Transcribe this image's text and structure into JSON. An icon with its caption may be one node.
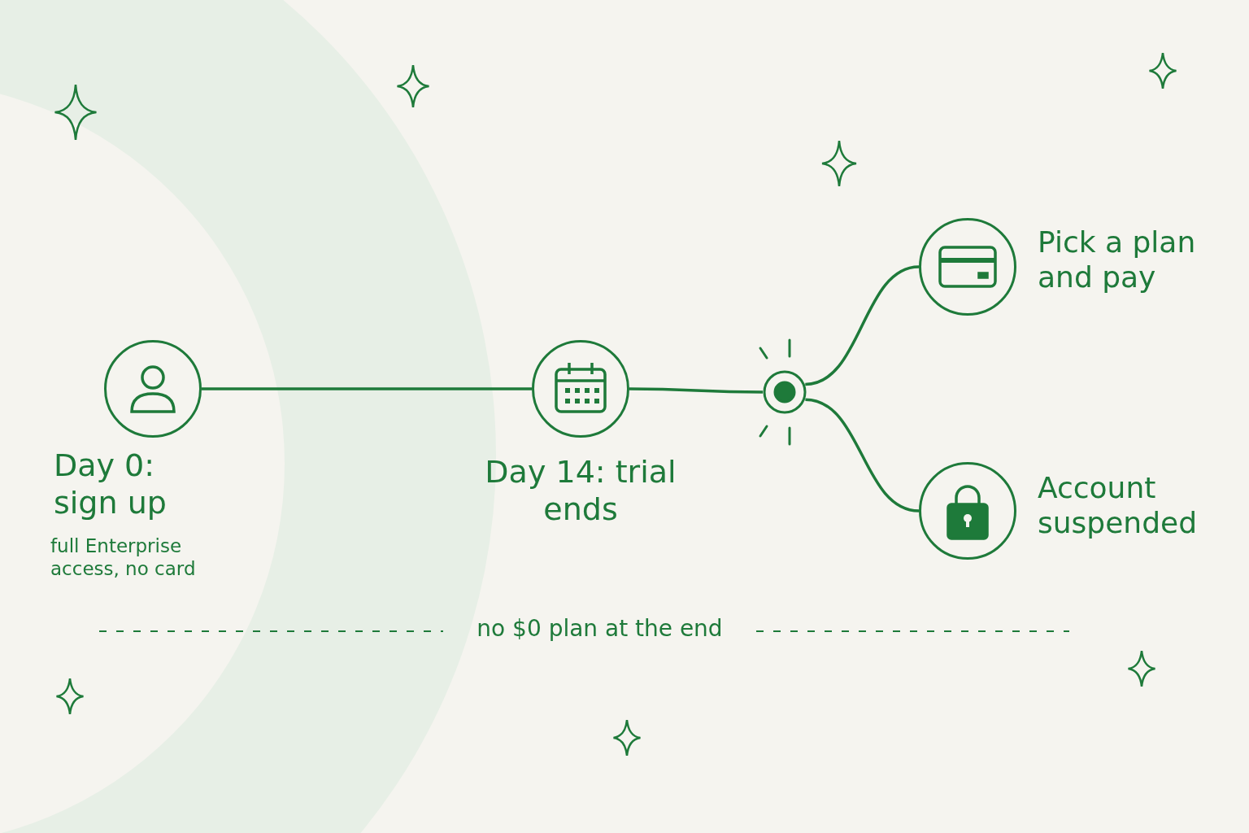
{
  "diagram": {
    "nodes": [
      {
        "text": [
          "Day 0: sign up",
          "full Enterprise access, no card"
        ]
      },
      {
        "text": [
          "Day 14: trial ends"
        ]
      },
      {
        "text": [],
        "shape": "circle"
      },
      {
        "text": [
          "Pick a plan and pay"
        ]
      },
      {
        "text": [
          "Account suspended"
        ]
      }
    ],
    "edges": [
      {
        "from": 0,
        "to": 1,
        "arrow": "none"
      },
      {
        "from": 1,
        "to": 2,
        "arrow": "none"
      },
      {
        "from": 2,
        "to": 3,
        "arrow": "none"
      },
      {
        "from": 2,
        "to": 4,
        "arrow": "none"
      }
    ],
    "labels": [
      "no $0 plan at the end"
    ]
  }
}
